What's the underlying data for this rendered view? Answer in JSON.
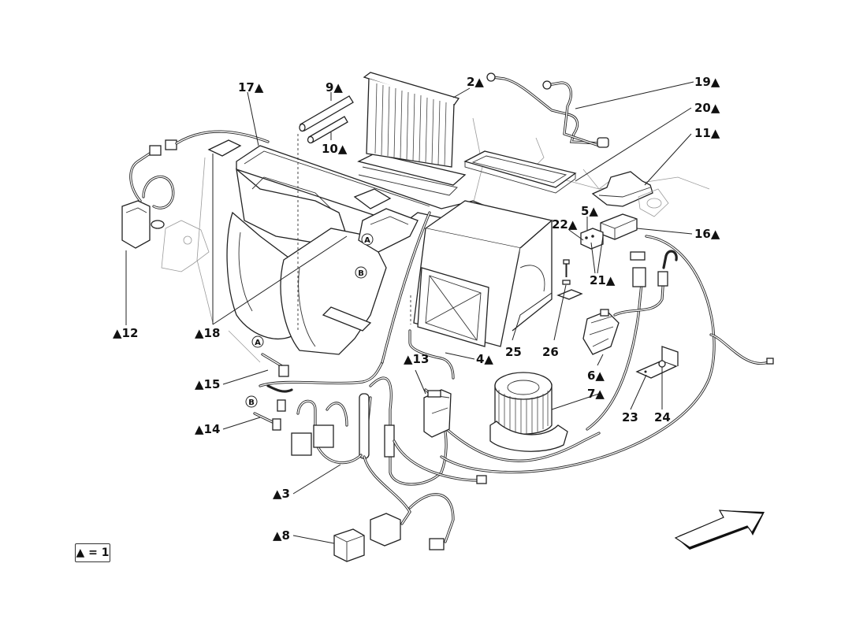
{
  "diagram": {
    "title": "Heater / air conditioning unit – exploded parts view",
    "marker_symbol": "▲",
    "legend": {
      "symbol": "▲",
      "text": "= 1",
      "meaning": "▲ = 1"
    },
    "callouts": [
      {
        "id": "17",
        "text": "17▲",
        "marked": true
      },
      {
        "id": "9",
        "text": "9▲",
        "marked": true
      },
      {
        "id": "10",
        "text": "10▲",
        "marked": true
      },
      {
        "id": "2",
        "text": "2▲",
        "marked": true
      },
      {
        "id": "19",
        "text": "19▲",
        "marked": true
      },
      {
        "id": "20",
        "text": "20▲",
        "marked": true
      },
      {
        "id": "11",
        "text": "11▲",
        "marked": true
      },
      {
        "id": "5",
        "text": "5▲",
        "marked": true
      },
      {
        "id": "22",
        "text": "22▲",
        "marked": true
      },
      {
        "id": "16",
        "text": "16▲",
        "marked": true
      },
      {
        "id": "21",
        "text": "21▲",
        "marked": true
      },
      {
        "id": "12",
        "text": "▲12",
        "marked": true
      },
      {
        "id": "18",
        "text": "▲18",
        "marked": true
      },
      {
        "id": "25",
        "text": "25",
        "marked": false
      },
      {
        "id": "26",
        "text": "26",
        "marked": false
      },
      {
        "id": "4",
        "text": "4▲",
        "marked": true
      },
      {
        "id": "13",
        "text": "▲13",
        "marked": true
      },
      {
        "id": "6",
        "text": "6▲",
        "marked": true
      },
      {
        "id": "7",
        "text": "7▲",
        "marked": true
      },
      {
        "id": "23",
        "text": "23",
        "marked": false
      },
      {
        "id": "24",
        "text": "24",
        "marked": false
      },
      {
        "id": "15",
        "text": "▲15",
        "marked": true
      },
      {
        "id": "14",
        "text": "▲14",
        "marked": true
      },
      {
        "id": "3",
        "text": "▲3",
        "marked": true
      },
      {
        "id": "8",
        "text": "▲8",
        "marked": true
      }
    ],
    "reference_markers": [
      {
        "id": "A-unit",
        "text": "A"
      },
      {
        "id": "B-unit",
        "text": "B"
      },
      {
        "id": "A-sensor",
        "text": "A"
      },
      {
        "id": "B-sensor",
        "text": "B"
      }
    ],
    "direction_arrow": "vehicle-front-direction-arrow"
  }
}
